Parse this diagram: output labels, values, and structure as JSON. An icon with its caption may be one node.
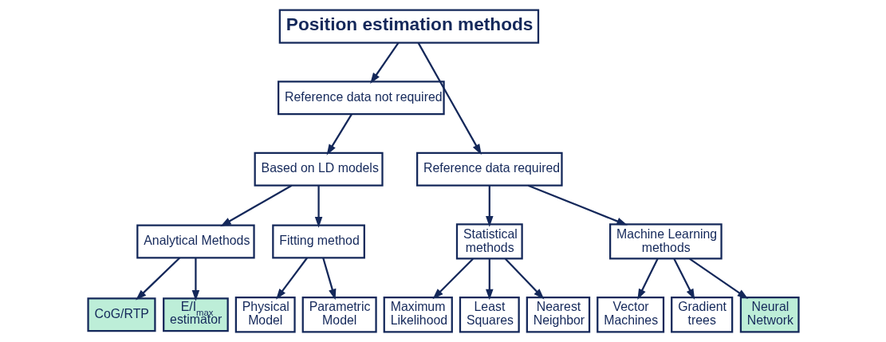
{
  "diagram": {
    "nodes": [
      {
        "text": [
          "Position estimation methods"
        ]
      },
      {
        "text": [
          "Reference data not required"
        ]
      },
      {
        "text": [
          "Reference data required"
        ]
      },
      {
        "text": [
          "Based on LD models"
        ]
      },
      {
        "text": [
          "Statistical methods"
        ]
      },
      {
        "text": [
          "Machine Learning methods"
        ]
      },
      {
        "text": [
          "Analytical Methods"
        ]
      },
      {
        "text": [
          "Fitting method"
        ]
      },
      {
        "text": [
          "CoG/RTP"
        ]
      },
      {
        "text": [
          "E/I$_{max}$ estimator"
        ]
      },
      {
        "text": [
          "Physical Model"
        ]
      },
      {
        "text": [
          "Parametric Model"
        ]
      },
      {
        "text": [
          "Maximum Likelihood"
        ]
      },
      {
        "text": [
          "Least Squares"
        ]
      },
      {
        "text": [
          "Nearest Neighbor"
        ]
      },
      {
        "text": [
          "Vector Machines"
        ]
      },
      {
        "text": [
          "Gradient trees"
        ]
      },
      {
        "text": [
          "Neural Network"
        ]
      }
    ],
    "edges": [
      {
        "from": 0,
        "to": 1,
        "arrow": "to"
      },
      {
        "from": 0,
        "to": 2,
        "arrow": "to"
      },
      {
        "from": 1,
        "to": 3,
        "arrow": "to"
      },
      {
        "from": 2,
        "to": 4,
        "arrow": "to"
      },
      {
        "from": 2,
        "to": 5,
        "arrow": "to"
      },
      {
        "from": 3,
        "to": 6,
        "arrow": "to"
      },
      {
        "from": 3,
        "to": 7,
        "arrow": "to"
      },
      {
        "from": 6,
        "to": 8,
        "arrow": "to"
      },
      {
        "from": 6,
        "to": 9,
        "arrow": "to"
      },
      {
        "from": 7,
        "to": 10,
        "arrow": "to"
      },
      {
        "from": 7,
        "to": 11,
        "arrow": "to"
      },
      {
        "from": 4,
        "to": 12,
        "arrow": "to"
      },
      {
        "from": 4,
        "to": 13,
        "arrow": "to"
      },
      {
        "from": 4,
        "to": 14,
        "arrow": "to"
      },
      {
        "from": 5,
        "to": 15,
        "arrow": "to"
      },
      {
        "from": 5,
        "to": 16,
        "arrow": "to"
      },
      {
        "from": 5,
        "to": 17,
        "arrow": "to"
      }
    ]
  }
}
